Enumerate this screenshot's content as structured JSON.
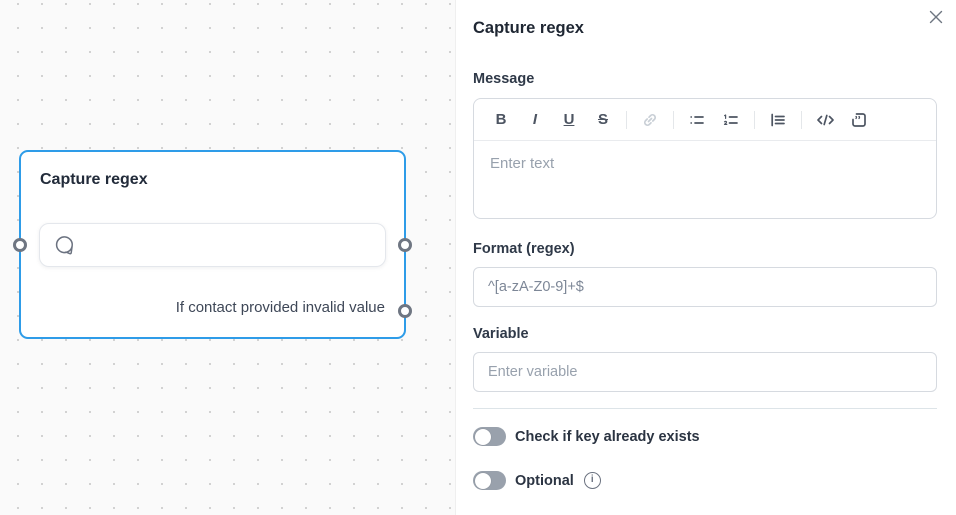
{
  "canvas": {
    "node": {
      "title": "Capture regex",
      "failure_route_label": "If contact provided invalid value",
      "ports": [
        "input-left",
        "output-right",
        "failure-output-right"
      ],
      "selected_border_color": "#2E9CE8"
    }
  },
  "panel": {
    "title": "Capture regex",
    "fields": {
      "message": {
        "label": "Message",
        "placeholder": "Enter text"
      },
      "format": {
        "label": "Format (regex)",
        "placeholder": "^[a-zA-Z0-9]+$"
      },
      "variable": {
        "label": "Variable",
        "placeholder": "Enter variable"
      }
    },
    "toolbar": {
      "bold": "B",
      "italic": "I",
      "underline": "U",
      "strikethrough": "S",
      "icons": [
        "bold",
        "italic",
        "underline",
        "strikethrough",
        "link",
        "bulleted-list",
        "numbered-list",
        "indent-list",
        "code",
        "code-block"
      ],
      "disabled": [
        "link"
      ]
    },
    "toggles": [
      {
        "label": "Check if key already exists",
        "state": "off"
      },
      {
        "label": "Optional",
        "state": "off",
        "has_info": true
      }
    ]
  },
  "colors": {
    "accent_blue": "#2E9CE8",
    "canvas_bg": "#FAFAFA",
    "panel_bg": "#FFFFFF",
    "port_ring": "#6F7682",
    "toggle_off": "#99A1AC",
    "divider": "#DDE4E8"
  }
}
